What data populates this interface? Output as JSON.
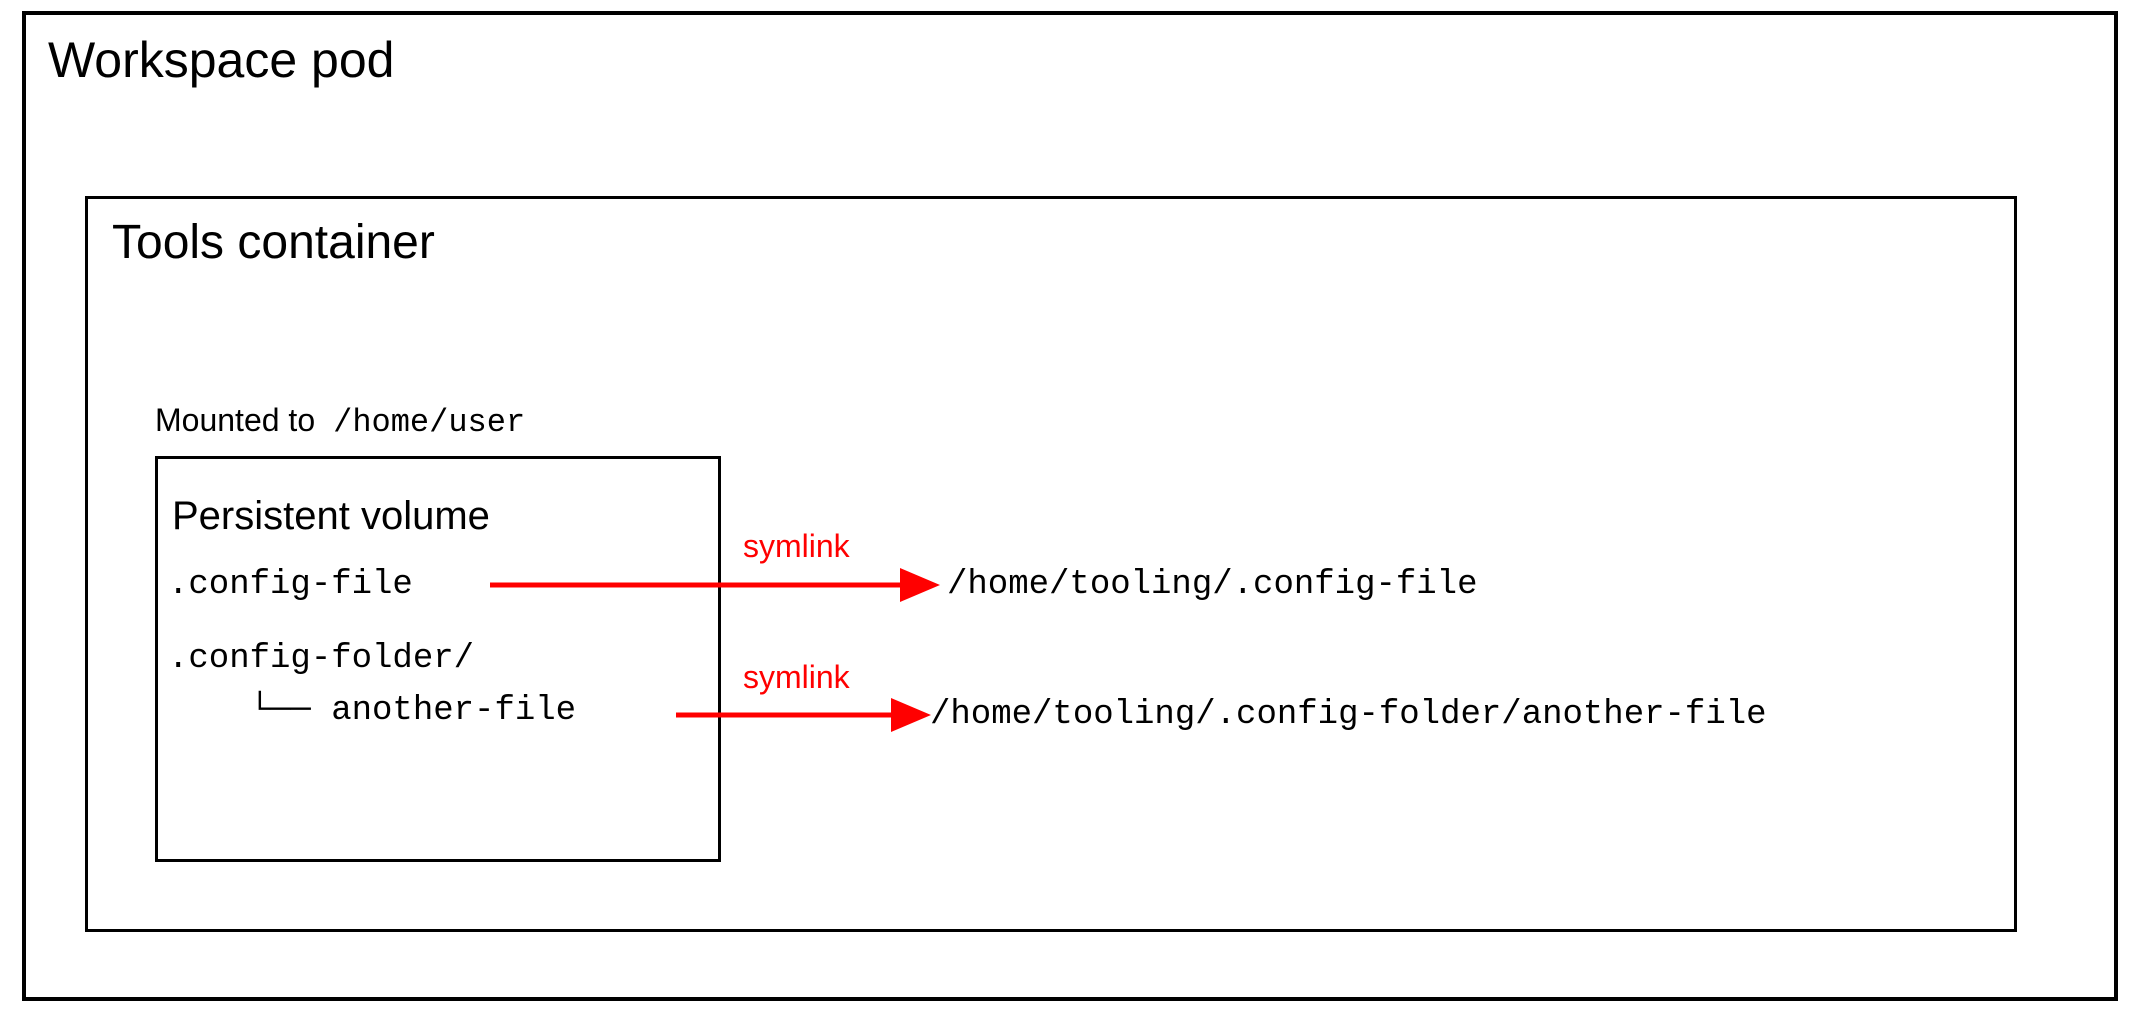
{
  "diagram": {
    "pod": {
      "title": "Workspace pod"
    },
    "tools_container": {
      "title": "Tools container"
    },
    "mount": {
      "label": "Mounted to",
      "path": "/home/user"
    },
    "persistent_volume": {
      "title": "Persistent volume",
      "entries": [
        {
          "name": ".config-file"
        },
        {
          "name": ".config-folder/"
        },
        {
          "name": "    └── another-file"
        }
      ]
    },
    "symlinks": [
      {
        "label": "symlink",
        "source": ".config-file",
        "target": "/home/tooling/.config-file"
      },
      {
        "label": "symlink",
        "source": "another-file",
        "target": "/home/tooling/.config-folder/another-file"
      }
    ],
    "colors": {
      "symlink": "#ff0000",
      "border": "#000000",
      "text": "#000000",
      "background": "#ffffff"
    }
  }
}
